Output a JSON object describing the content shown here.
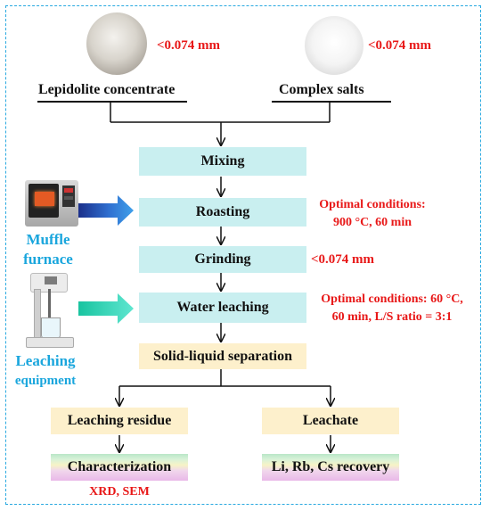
{
  "materials": {
    "left_name": "Lepidolite concentrate",
    "left_size": "<0.074 mm",
    "right_name": "Complex salts",
    "right_size": "<0.074 mm"
  },
  "steps": {
    "mixing": "Mixing",
    "roasting": "Roasting",
    "grinding": "Grinding",
    "water_leaching": "Water leaching",
    "separation": "Solid-liquid separation",
    "leaching_residue": "Leaching residue",
    "leachate": "Leachate",
    "characterization": "Characterization",
    "recovery": "Li, Rb, Cs recovery"
  },
  "annotations": {
    "roasting_conditions": [
      "Optimal conditions:",
      "900 °C, 60 min"
    ],
    "grinding_size": "<0.074 mm",
    "leaching_conditions": [
      "Optimal conditions: 60 °C,",
      "60 min, L/S ratio = 3:1"
    ],
    "characterization_methods": "XRD, SEM"
  },
  "equipment": {
    "muffle": [
      "Muffle",
      "furnace"
    ],
    "leaching": [
      "Leaching",
      "equipment"
    ]
  },
  "colors": {
    "frame": "#29a9e0",
    "process_box": "#c9eff0",
    "separation_box": "#fdf0cc",
    "annotation_text": "#e81818",
    "equipment_text": "#1aa6dd"
  }
}
